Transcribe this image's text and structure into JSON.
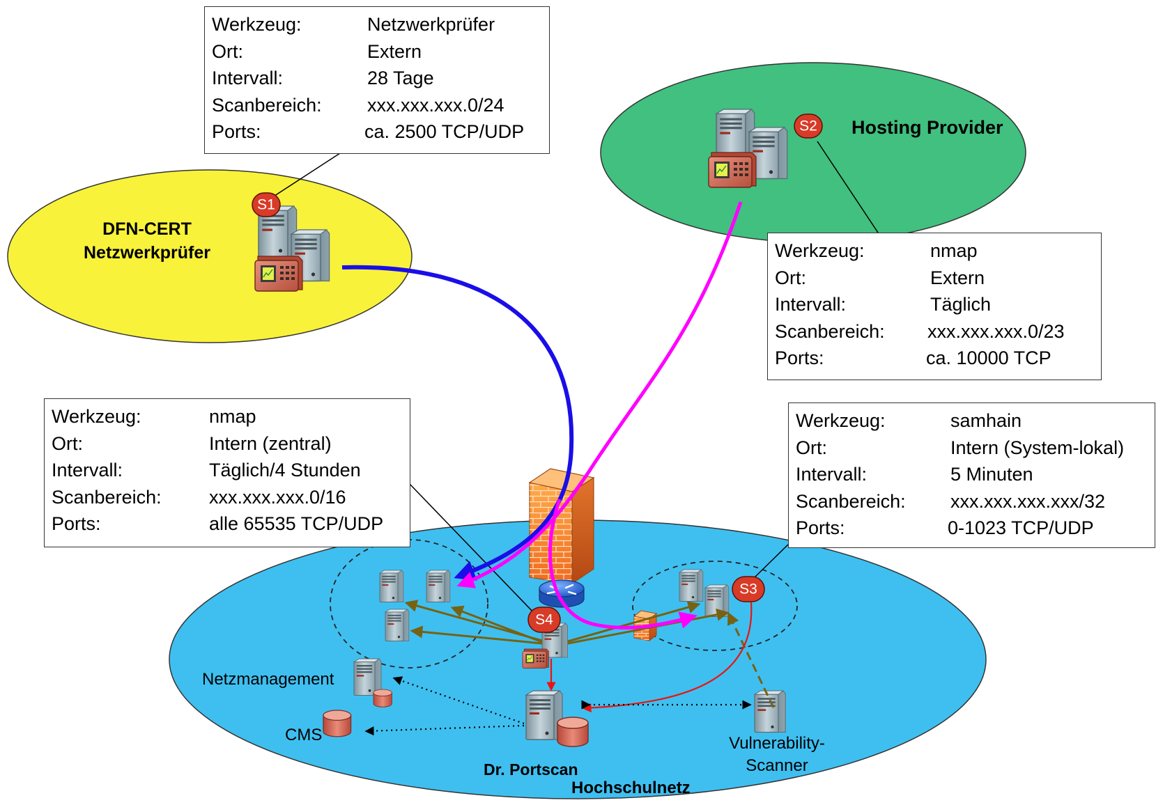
{
  "colors": {
    "dfn_cert_zone": "#f8f23a",
    "hosting_zone": "#41c07f",
    "campus_zone": "#3fbff0",
    "s1_flow": "#1a0ee8",
    "s2_flow": "#ff00ff",
    "internal_scan": "#776213",
    "report_flow": "#e8150f",
    "badge": "#d83b27"
  },
  "zones": {
    "dfn_cert": {
      "line1": "DFN-CERT",
      "line2": "Netzwerkprüfer"
    },
    "hosting": {
      "label": "Hosting Provider"
    },
    "campus": {
      "label": "Hochschulnetz"
    }
  },
  "scanners": [
    {
      "id": "S1",
      "badge": "S1"
    },
    {
      "id": "S2",
      "badge": "S2"
    },
    {
      "id": "S3",
      "badge": "S3"
    },
    {
      "id": "S4",
      "badge": "S4"
    }
  ],
  "infoboxes": [
    {
      "scanner": "S1",
      "rows": [
        {
          "key": "Werkzeug:",
          "value": "Netzwerkprüfer"
        },
        {
          "key": "Ort:",
          "value": "Extern"
        },
        {
          "key": "Intervall:",
          "value": "28 Tage"
        },
        {
          "key": "Scanbereich:",
          "value": "xxx.xxx.xxx.0/24"
        },
        {
          "key": "Ports:",
          "value": "ca. 2500 TCP/UDP"
        }
      ]
    },
    {
      "scanner": "S2",
      "rows": [
        {
          "key": "Werkzeug:",
          "value": "nmap"
        },
        {
          "key": "Ort:",
          "value": "Extern"
        },
        {
          "key": "Intervall:",
          "value": "Täglich"
        },
        {
          "key": "Scanbereich:",
          "value": "xxx.xxx.xxx.0/23"
        },
        {
          "key": "Ports:",
          "value": "ca. 10000 TCP"
        }
      ]
    },
    {
      "scanner": "S4",
      "rows": [
        {
          "key": "Werkzeug:",
          "value": "nmap"
        },
        {
          "key": "Ort:",
          "value": "Intern (zentral)"
        },
        {
          "key": "Intervall:",
          "value": "Täglich/4 Stunden"
        },
        {
          "key": "Scanbereich:",
          "value": "xxx.xxx.xxx.0/16"
        },
        {
          "key": "Ports:",
          "value": "alle 65535 TCP/UDP"
        }
      ]
    },
    {
      "scanner": "S3",
      "rows": [
        {
          "key": "Werkzeug:",
          "value": "samhain"
        },
        {
          "key": "Ort:",
          "value": "Intern (System-lokal)"
        },
        {
          "key": "Intervall:",
          "value": "5 Minuten"
        },
        {
          "key": "Scanbereich:",
          "value": "xxx.xxx.xxx.xxx/32"
        },
        {
          "key": "Ports:",
          "value": "0-1023 TCP/UDP"
        }
      ]
    }
  ],
  "nodes": {
    "netzmanagement": {
      "label": "Netzmanagement",
      "icon": "server-database-icon"
    },
    "cms": {
      "label": "CMS",
      "icon": "database-icon"
    },
    "dr_portscan": {
      "label": "Dr. Portscan",
      "icon": "server-database-icon"
    },
    "vulnerability_scanner": {
      "line1": "Vulnerability-",
      "line2": "Scanner",
      "icon": "server-icon"
    },
    "firewall": {
      "icon": "firewall-icon"
    },
    "router": {
      "icon": "router-icon"
    }
  }
}
